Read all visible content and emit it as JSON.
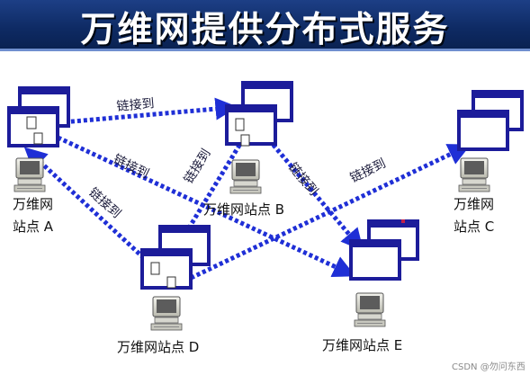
{
  "title": "万维网提供分布式服务",
  "sites": {
    "a": {
      "label_line1": "万维网",
      "label_line2": "站点 A"
    },
    "b": {
      "label": "万维网站点 B"
    },
    "c": {
      "label_line1": "万维网",
      "label_line2": "站点 C"
    },
    "d": {
      "label": "万维网站点 D"
    },
    "e": {
      "label": "万维网站点 E"
    }
  },
  "links": {
    "a_to_b": "链接到",
    "a_to_e": "链接到",
    "d_to_a": "链接到",
    "b_to_d": "链接到",
    "b_to_e": "链接到",
    "d_to_c": "链接到"
  },
  "colors": {
    "link_line": "#1f2fd6",
    "window_border": "#1c1c9a",
    "banner": "#13306e"
  },
  "watermark": "CSDN @勿问东西"
}
